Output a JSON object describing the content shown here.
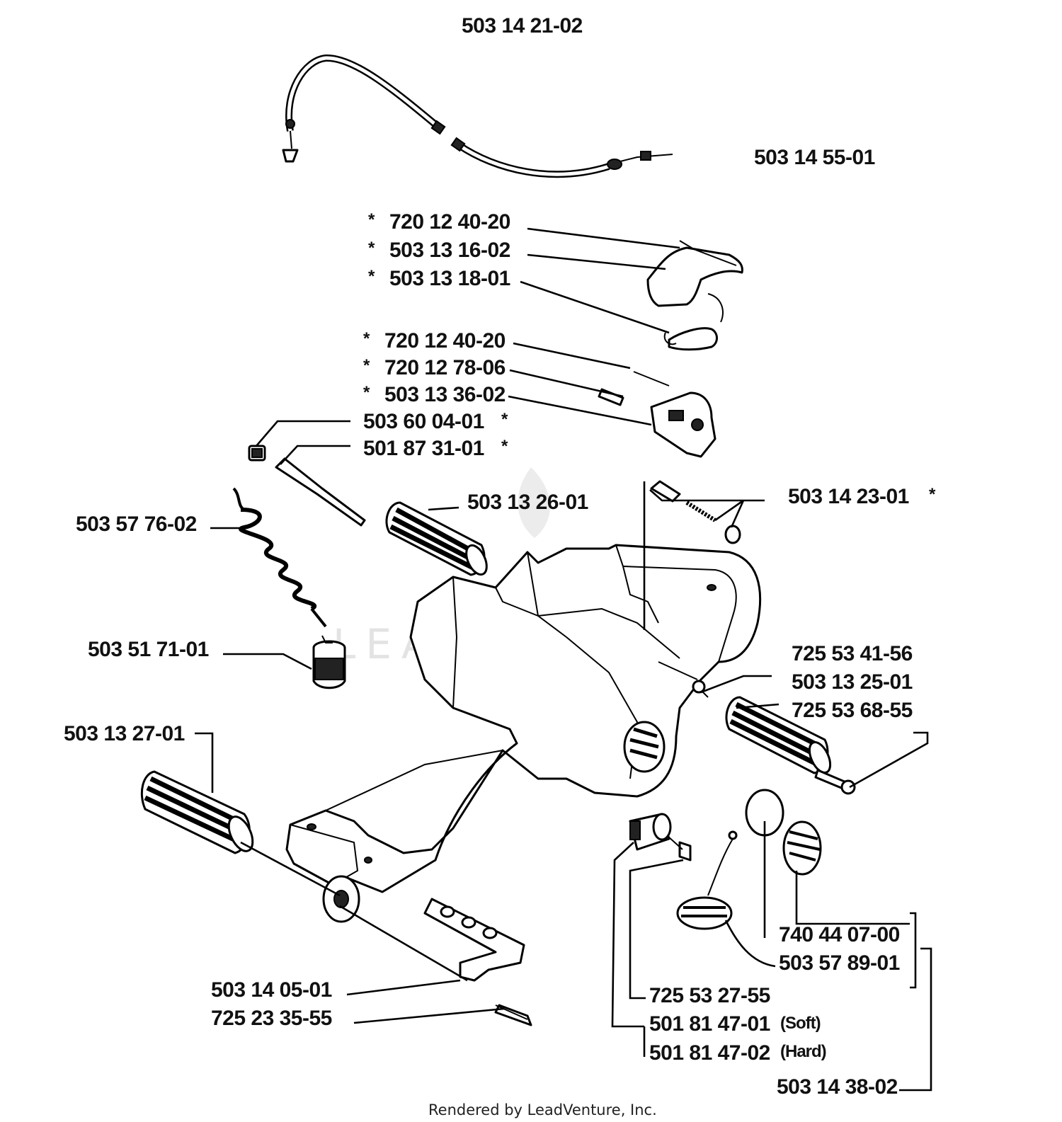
{
  "watermark": "LEADVENTURE",
  "footer": "Rendered by LeadVenture, Inc.",
  "labels": {
    "l_503142102": "503 14 21-02",
    "l_503145501": "503 14 55-01",
    "l_720124020a": "720 12 40-20",
    "l_503131602": "503 13 16-02",
    "l_503131801": "503 13 18-01",
    "l_720124020b": "720 12 40-20",
    "l_720127806": "720 12 78-06",
    "l_503133602": "503 13 36-02",
    "l_503600401": "503 60 04-01",
    "l_501873101": "501 87 31-01",
    "l_503132601": "503 13 26-01",
    "l_503142301": "503 14 23-01",
    "l_503577602": "503 57 76-02",
    "l_503517101": "503 51 71-01",
    "l_725534156": "725 53 41-56",
    "l_503132501": "503 13 25-01",
    "l_725536855": "725 53 68-55",
    "l_503132701": "503 13 27-01",
    "l_740440700": "740 44 07-00",
    "l_503578901": "503 57 89-01",
    "l_725532755": "725 53 27-55",
    "l_501814701": "501 81 47-01",
    "l_501814702": "501 81 47-02",
    "l_503140501": "503 14 05-01",
    "l_725233555": "725 23 35-55",
    "l_503143802": "503 14 38-02"
  },
  "notes": {
    "soft": "(Soft)",
    "hard": "(Hard)",
    "star": "*"
  }
}
